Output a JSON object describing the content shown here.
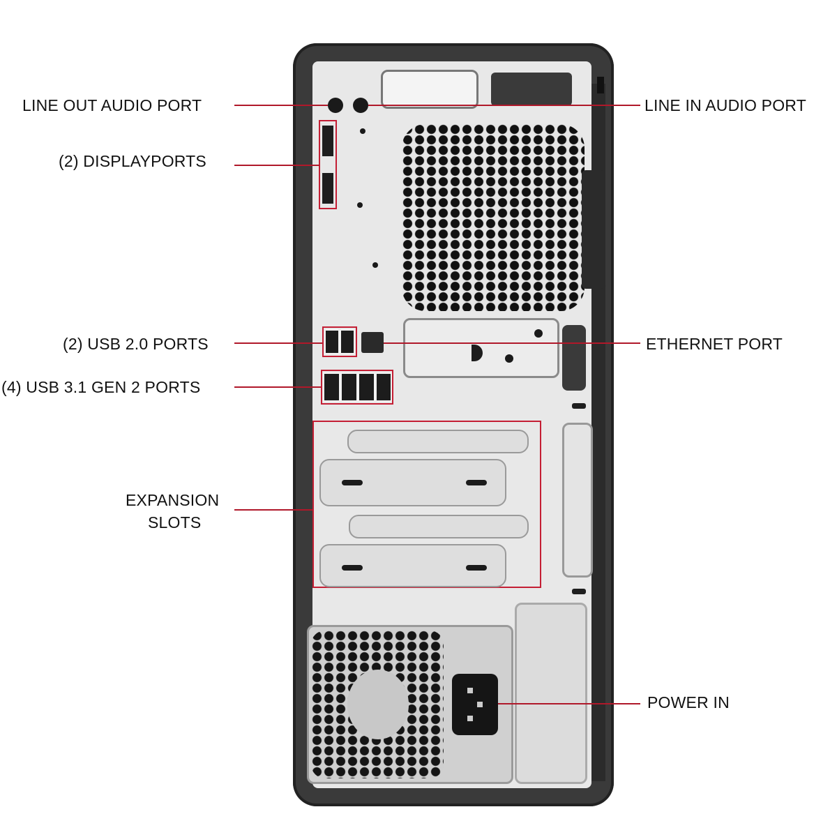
{
  "diagram": {
    "subject": "Desktop tower rear panel",
    "accent_color": "#c41e34",
    "labels": {
      "line_out": "LINE OUT AUDIO PORT",
      "displayports": "(2) DISPLAYPORTS",
      "usb2": "(2) USB 2.0 PORTS",
      "usb31": "(4) USB 3.1 GEN 2 PORTS",
      "expansion_line1": "EXPANSION",
      "expansion_line2": "SLOTS",
      "line_in": "LINE IN AUDIO PORT",
      "ethernet": "ETHERNET PORT",
      "power_in": "POWER IN"
    }
  }
}
